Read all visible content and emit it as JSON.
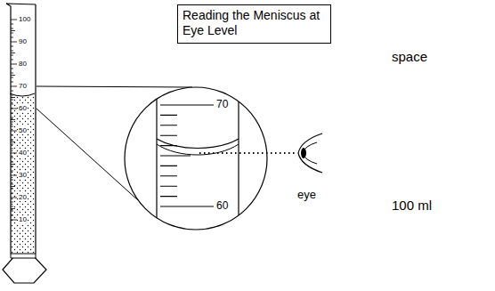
{
  "diagram": {
    "nodes": [
      {
        "text": [
          "Reading the Meniscus at Eye Level"
        ]
      }
    ],
    "edges": [],
    "labels": [
      "100",
      "90",
      "80",
      "70",
      "60",
      "50",
      "40",
      "30",
      "20",
      "10",
      "70",
      "60",
      "eye",
      "space",
      "100 ml"
    ]
  }
}
